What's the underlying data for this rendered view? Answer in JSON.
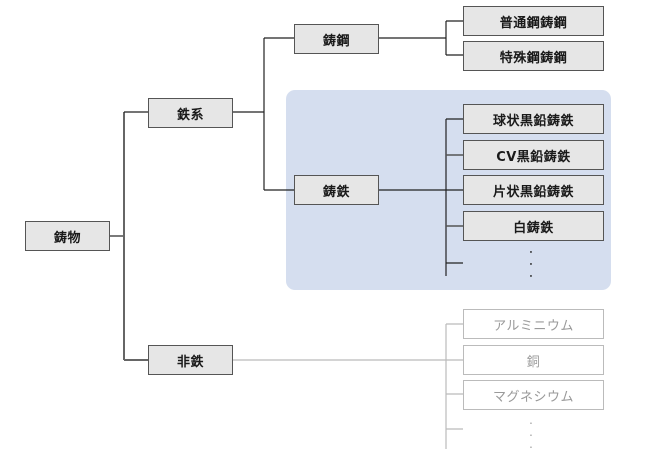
{
  "diagram": {
    "type": "tree",
    "root": {
      "label": "鋳物"
    },
    "level1": {
      "ferrous": {
        "label": "鉄系"
      },
      "nonferrous": {
        "label": "非鉄"
      }
    },
    "level2": {
      "cast_steel": {
        "label": "鋳鋼"
      },
      "cast_iron": {
        "label": "鋳鉄"
      }
    },
    "cast_steel_children": [
      {
        "label": "普通鋼鋳鋼"
      },
      {
        "label": "特殊鋼鋳鋼"
      }
    ],
    "cast_iron_children": [
      {
        "label": "球状黒鉛鋳鉄"
      },
      {
        "label": "CV黒鉛鋳鉄"
      },
      {
        "label": "片状黒鉛鋳鉄"
      },
      {
        "label": "白鋳鉄"
      }
    ],
    "nonferrous_children": [
      {
        "label": "アルミニウム"
      },
      {
        "label": "銅"
      },
      {
        "label": "マグネシウム"
      }
    ],
    "continuation_marker": "⋮",
    "colors": {
      "highlight_panel": "#d5deef",
      "node_fill": "#e6e6e6",
      "node_border": "#555555",
      "muted_border": "#bbbbbb",
      "muted_text": "#9a9a9a"
    }
  }
}
